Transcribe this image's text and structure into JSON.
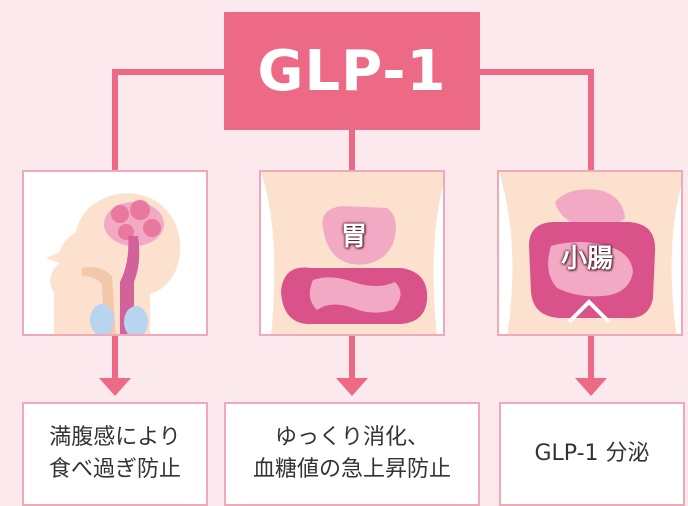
{
  "diagram": {
    "title": "GLP-1",
    "panels": [
      {
        "illustration": "brain-head-icon",
        "label": ""
      },
      {
        "illustration": "stomach-icon",
        "label": "胃"
      },
      {
        "illustration": "small-intestine-icon",
        "label": "小腸"
      }
    ],
    "results": [
      {
        "line1": "満腹感により",
        "line2": "食べ過ぎ防止"
      },
      {
        "line1": "ゆっくり消化、",
        "line2": "血糖値の急上昇防止"
      },
      {
        "line1": "GLP-1 分泌",
        "line2": ""
      }
    ],
    "colors": {
      "accent": "#ec6a86",
      "background": "#fbe9ee",
      "panel_border": "#f0a9b9"
    }
  }
}
